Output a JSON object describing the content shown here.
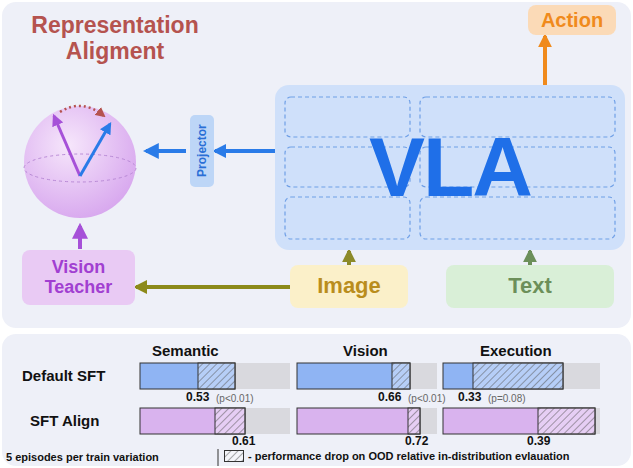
{
  "diagram": {
    "nodes": [
      {
        "text": [
          "Action"
        ]
      },
      {
        "text": [
          "VLA"
        ]
      },
      {
        "text": [
          "Projector"
        ]
      },
      {
        "text": [
          "Vision Teacher"
        ]
      },
      {
        "text": [
          "Image"
        ]
      },
      {
        "text": [
          "Text"
        ]
      }
    ],
    "edges": [
      {
        "from": 1,
        "to": 0,
        "arrow": "to"
      },
      {
        "from": 4,
        "to": 1,
        "arrow": "to"
      },
      {
        "from": 5,
        "to": 1,
        "arrow": "to"
      },
      {
        "from": 4,
        "to": 3,
        "arrow": "to"
      },
      {
        "from": 1,
        "to": 2,
        "arrow": "to"
      }
    ],
    "labels": [
      "Representation Aligment",
      "Semantic",
      "Vision",
      "Execution",
      "Default SFT",
      "SFT Align",
      "0.53",
      "(p<0.01)",
      "0.66",
      "(p<0.01)",
      "0.33",
      "(p=0.08)",
      "0.61",
      "0.72",
      "0.39",
      "5 episodes per train variation"
    ],
    "legend": [
      {
        "text": "- performance drop on OOD relative in-distribution evlauation"
      }
    ]
  }
}
